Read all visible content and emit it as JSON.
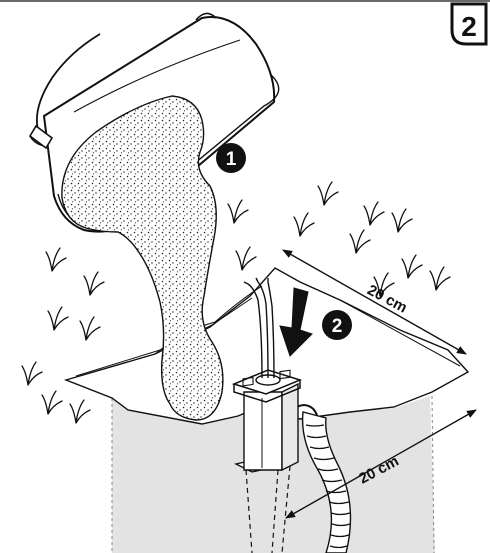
{
  "step_number": "2",
  "callouts": [
    {
      "id": "callout-1",
      "label": "1"
    },
    {
      "id": "callout-2",
      "label": "2"
    }
  ],
  "dimensions": {
    "width_label": "20 cm",
    "depth_label": "20 cm"
  },
  "colors": {
    "stroke": "#111111",
    "hole_fill": "#e3e3e3",
    "badge_fill": "#111111",
    "paper": "#ffffff"
  }
}
